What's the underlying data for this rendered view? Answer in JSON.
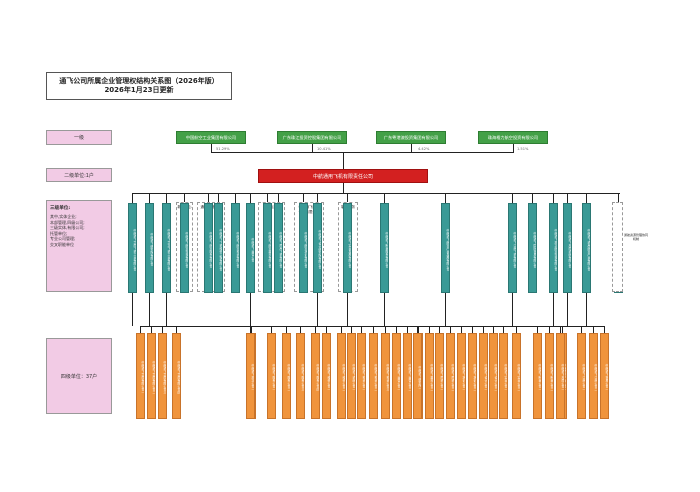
{
  "title": {
    "line1": "通飞公司所属企业管理权结构关系图（2026年版）",
    "line2": "2026年1月23日更新"
  },
  "rows": {
    "level1": "一级",
    "level2": "二级单位:1户",
    "level3_title": "三级单位:",
    "level3_notes": "其中,实体企业;\n本部管理,四级公司;\n三级实体,有限公司;\n托管单位;\n专业公司管理;\n交叉职能单位",
    "level4": "四级单位：37户"
  },
  "level1_units": [
    {
      "name": "中国航空工业集团有限公司",
      "pct": "51.29%"
    },
    {
      "name": "广东珠江投资控股集团有限公司",
      "pct": "10.41%"
    },
    {
      "name": "广东粤港澳投资集团有限公司",
      "pct": "4.42%"
    },
    {
      "name": "珠海格力航空投资有限公司",
      "pct": "1.51%"
    }
  ],
  "level2_unit": "中航通用飞机有限责任公司",
  "level3_groups": [
    {
      "title": "新型中心"
    },
    {
      "title": "通航制造中心"
    },
    {
      "title": "通航公司"
    },
    {
      "title": "中航通飞研发\n设计有限公司"
    },
    {
      "title": "制造服务\n中心"
    }
  ],
  "level3_units": [
    "中航通飞华南飞机工业有限公司",
    "中航通飞研究院有限公司",
    "中航通飞华北飞机工业有限公司",
    "中航通飞航空科技有限公司",
    "中航通飞航空服务有限公司",
    "中航通飞飞机维修工程有限公司",
    "中航通飞航空投资有限公司",
    "中航通飞运营公司",
    "中航通飞航空器材有限公司",
    "中航通飞民用飞机有限公司",
    "中航通飞航空培训有限公司",
    "中航通飞设计研究院有限公司",
    "中航通飞实业发展有限公司",
    "中航通飞制造服务有限公司",
    "中航通飞航空产业发展有限公司",
    "中航通飞江西飞机有限公司",
    "中航通飞国际贸易有限公司",
    "中航通飞湖北航空科技有限公司",
    "中航通飞海南通航有限公司",
    "中航通飞通用航空产业有限公司",
    "中航通飞特种飞行器研究所"
  ],
  "level3_note": "通航资源管理协同机制",
  "level4_units": [
    "中航通飞华南有限公司一",
    "中航通飞华南有限公司二",
    "中航通飞华南有限公司三",
    "中航通飞华南有限公司四",
    "中航通飞科技公司",
    "中航通飞服务公司一",
    "中航通飞服务公司二",
    "中航通飞服务公司三",
    "中航通飞服务公司四",
    "中航通飞维修公司一",
    "中航通飞维修公司二",
    "中航通飞维修公司三",
    "中航通飞投资公司一",
    "中航通飞投资公司二",
    "中航通飞投资公司三",
    "中航通飞运营公司一",
    "中航通飞运营公司二",
    "中航通飞器材公司一",
    "中航通飞器材公司二",
    "中航通飞民机公司一",
    "中航通飞民机公司二",
    "中航通飞培训公司一",
    "中航通飞培训公司二",
    "中航通飞设计公司一",
    "中航通飞设计公司二",
    "中航通飞实业公司一",
    "中航通飞实业公司二",
    "中航通飞制造公司一",
    "中航通飞制造公司二",
    "中航通飞产业公司一",
    "中航通飞江西公司一",
    "中航通飞江西公司二",
    "中航通飞贸易公司一",
    "中航通飞湖北公司一",
    "中航通飞海南公司一",
    "中航通飞通航公司一",
    "中航通飞研究所一"
  ]
}
